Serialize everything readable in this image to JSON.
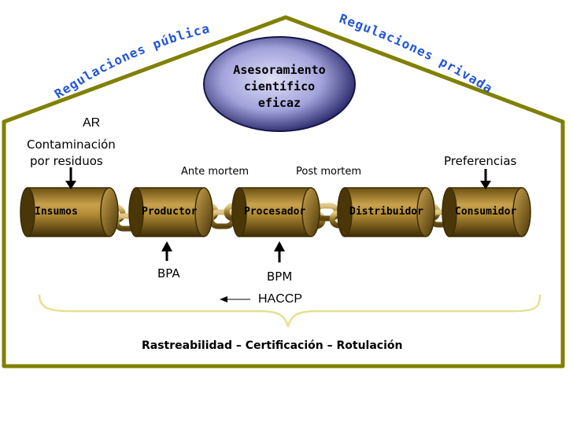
{
  "advice": {
    "line1": "Asesoramiento",
    "line2": "científico",
    "line3": "eficaz"
  },
  "regulations": {
    "public": "Regulaciones públicas",
    "private": "Regulaciones privadas"
  },
  "left_labels": {
    "ar": "AR",
    "contamination_1": "Contaminación",
    "contamination_2": "por residuos"
  },
  "right_label": "Preferencias",
  "stages": {
    "ante": "Ante mortem",
    "post": "Post mortem"
  },
  "cylinders": [
    "Insumos",
    "Productor",
    "Procesador",
    "Distribuidor",
    "Consumidor"
  ],
  "practices": {
    "bpa": "BPA",
    "bpm": "BPM",
    "haccp": "HACCP"
  },
  "footer": "Rastreabilidad – Certificación – Rotulación",
  "colors": {
    "house_outline": "#808000",
    "chain_fill": "#c8a64a",
    "cylinder_dark": "#5a4308",
    "cylinder_light": "#d8b466",
    "ellipse_fill": "#9a9ad8",
    "ellipse_dark": "#1a1a5a",
    "title_blue": "#2255d6",
    "brace": "#e6e090"
  }
}
